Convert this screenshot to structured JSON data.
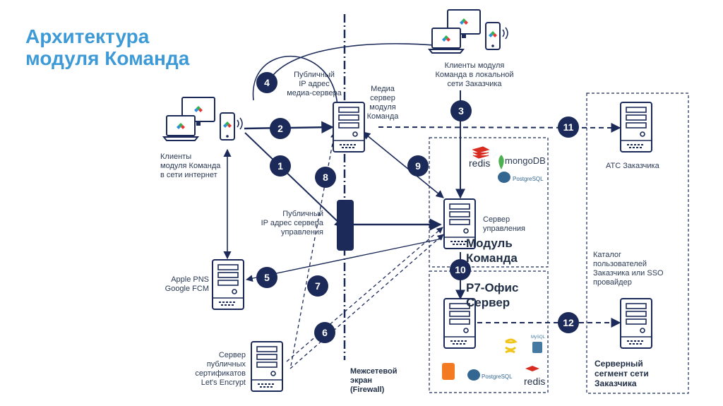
{
  "title": {
    "line1": "Архитектура",
    "line2": "модуля Команда"
  },
  "labels": {
    "clients_internet": [
      "Клиенты",
      "модуля Команда",
      "в сети интернет"
    ],
    "clients_local": [
      "Клиенты модуля",
      "Команда в локальной",
      "сети Заказчика"
    ],
    "public_ip_media": [
      "Публичный",
      "IP адрес",
      "медиа-сервера"
    ],
    "media_server": [
      "Медиа",
      "сервер",
      "модуля",
      "Команда"
    ],
    "public_ip_mgmt": [
      "Публичный",
      "IP адрес сервера",
      "управления"
    ],
    "mgmt_server": [
      "Сервер",
      "управления"
    ],
    "module": [
      "Модуль",
      "Команда"
    ],
    "r7": [
      "Р7-Офис",
      "Сервер"
    ],
    "apple": [
      "Apple PNS",
      "Google FCM"
    ],
    "lets_encrypt": [
      "Сервер",
      "публичных",
      "сертификатов",
      "Let's Encrypt"
    ],
    "firewall": [
      "Межсетевой",
      "экран",
      "(Firewall)"
    ],
    "ats": "АТС Заказчика",
    "catalog": [
      "Каталог",
      "пользователей",
      "Заказчика или SSO",
      "провайдер"
    ],
    "server_segment": [
      "Серверный",
      "сегмент сети",
      "Заказчика"
    ]
  },
  "logos": {
    "redis": "redis",
    "mongodb": "mongoDB",
    "postgresql": "PostgreSQL",
    "mysql": "MySQL"
  },
  "steps": [
    "1",
    "2",
    "3",
    "4",
    "5",
    "6",
    "7",
    "8",
    "9",
    "10",
    "11",
    "12"
  ],
  "colors": {
    "title": "#3d9ad6",
    "navy": "#1b2a59",
    "text": "#2b3a55"
  }
}
